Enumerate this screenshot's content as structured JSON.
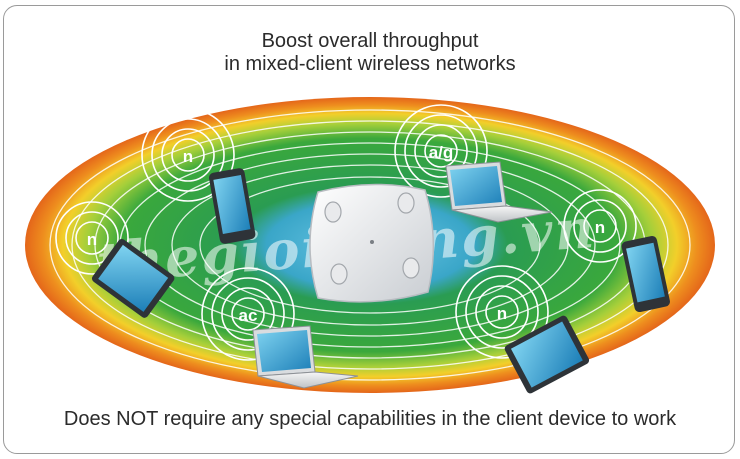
{
  "heading": {
    "line1": "Boost overall throughput",
    "line2": "in mixed-client wireless networks"
  },
  "footer": "Does NOT require any special capabilities in the client device to work",
  "watermark": "thegioimang.vn",
  "colors": {
    "outer_orange": "#ee7a1e",
    "yellow": "#f2cf2a",
    "green": "#3aa83c",
    "inner_blue": "#3aa6c8",
    "frame": "#9a9a9a"
  },
  "clients": [
    {
      "device": "tablet",
      "standard": "n"
    },
    {
      "device": "phone",
      "standard": "n"
    },
    {
      "device": "laptop",
      "standard": "a/g"
    },
    {
      "device": "phone",
      "standard": "n"
    },
    {
      "device": "laptop",
      "standard": "ac"
    },
    {
      "device": "tablet",
      "standard": "n"
    }
  ],
  "center_device": "access-point"
}
